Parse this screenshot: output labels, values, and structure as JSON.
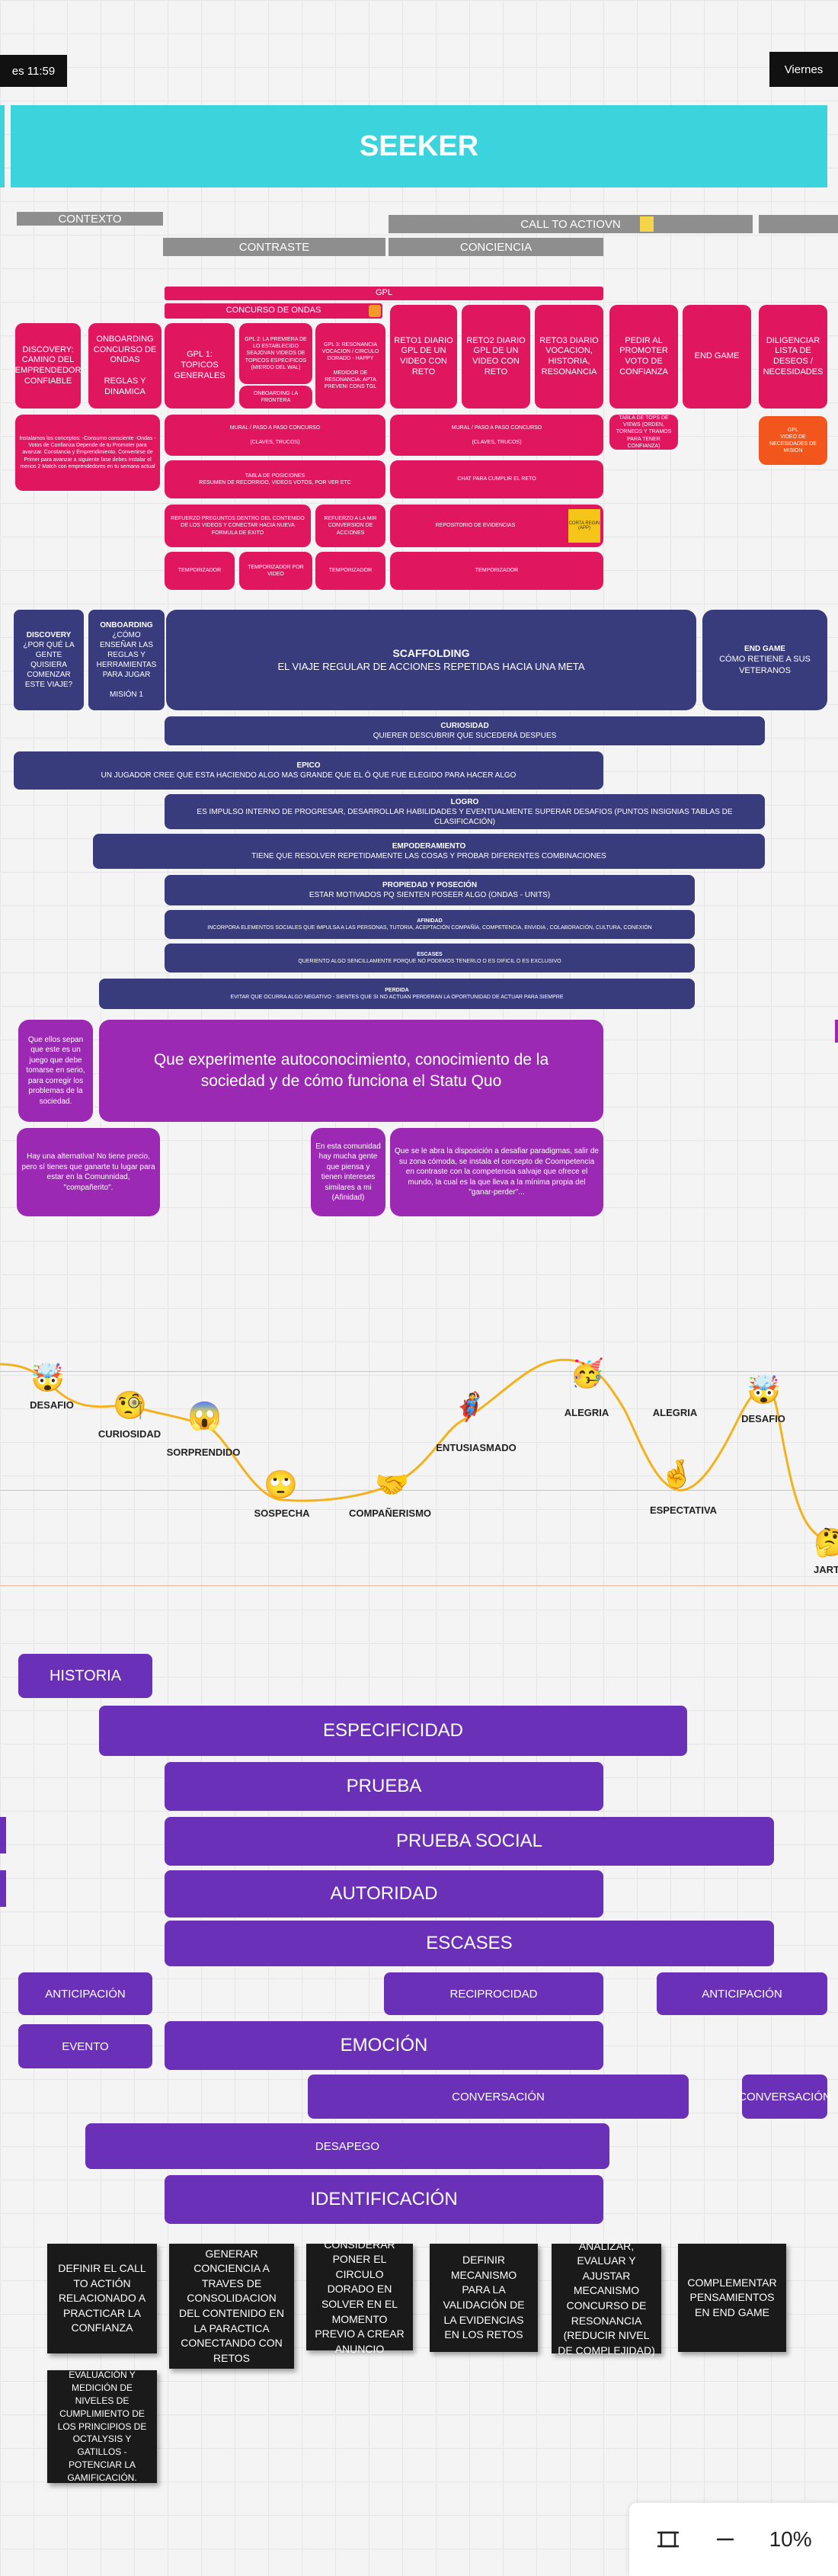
{
  "top": {
    "left_time": "es 11:59",
    "right_label": "Viernes"
  },
  "banner": {
    "title": "SEEKER"
  },
  "grey_bars": {
    "contexto": "CONTEXTO",
    "call_to_action": "CALL TO ACTIOVN",
    "contraste": "CONTRASTE",
    "conciencia": "CONCIENCIA"
  },
  "pink": {
    "gpl_bar": "GPL",
    "concurso_bar": "CONCURSO DE ONDAS",
    "discovery": "DISCOVERY: CAMINO DEL EMPRENDEDOR CONFIABLE",
    "onboarding": "ONBOARDING CONCURSO DE ONDAS\n\nREGLAS Y DINAMICA",
    "gpl1": "GPL 1: TOPICOS GENERALES",
    "gpl2": "GPL 2: LA PREMIERA DE LO ESTABLECIDO SEAJOVAN VIDEOS DE TOPICOS ESPECIFICOS (MIERDO DEL WAL)",
    "gpl3": "GPL 3: RESONANCIA VOCACION / CIRCULO DORADO - HAPPY\n\nMEDIDOR DE RESONANCIA: APTA PREVENI CONS TGL",
    "onb_extra": "ONBOARDING LA FRONTERA",
    "reto1": "RETO1 DIARIO GPL DE UN VIDEO CON RETO",
    "reto2": "RETO2 DIARIO GPL DE UN VIDEO CON RETO",
    "reto3": "RETO3 DIARIO VOCACION, HISTORIA, RESONANCIA",
    "pedir": "PEDIR AL PROMOTER VOTO DE CONFIANZA",
    "end_game": "END GAME",
    "diligenciar": "DILIGENCIAR LISTA DE DESEOS / NECESIDADES",
    "note_left": "Instalamos los conceptos: -Consumo consciente -Ondas -Votos de Confianza Depende de tu Promoter para avanzar. Constancia y Emprendimiento. Convertirse de Primer para avanzar a siguiente fase debes instalar el menos 2 Match con emprendedores en tu semana actual",
    "mural1": "MURAL / PASO A PASO CONCURSO\n\n(CLAVES, TRUCOS)",
    "mural2": "MURAL / PASO A PASO CONCURSO\n\n(CLAVES, TRUCOS)",
    "tabla_small": "TABLA DE TOPS DE VIEWS (ORDEN, TORNEOS Y TRAMOS PARA TENER CONFIANZA)",
    "orange_note": "GPL\nVIDEO DE NECESIDADES DE MISION",
    "tabla": "TABLA DE POSICIONES\nRESUMEN DE RECORRIDO, VIDEOS VOTOS, POR VER ETC",
    "chat": "CHAT PARA CUMPLIR EL RETO",
    "refuerzo": "REFUERZO PREGUNTOS DENTRO DEL CONTENIDO DE LOS VIDEOS Y CONECTAR HACIA NUEVA FORMULA DE EXITO",
    "refuerzo2": "REFUERZO A LA MIR CONVERSION DE ACCIONES",
    "repositorio": "REPOSITORIO DE EVIDENCIAS",
    "sticky": "CORTA REGIN (APP)",
    "temp1": "TEMPORIZADOR",
    "temp2": "TEMPORIZADOR POR VIDEO",
    "temp3": "TEMPORIZADOR",
    "temp4": "TEMPORIZADOR"
  },
  "navy": {
    "discovery": {
      "title": "DISCOVERY",
      "text": "¿POR QUÉ LA GENTE QUISIERA COMENZAR ESTE VIAJE?"
    },
    "onboarding": {
      "title": "ONBOARDING",
      "text": "¿CÓMO ENSEÑAR LAS REGLAS Y HERRAMIENTAS PARA JUGAR\n\nMISIÓN 1"
    },
    "scaffolding": {
      "title": "SCAFFOLDING",
      "text": "EL VIAJE REGULAR DE ACCIONES REPETIDAS HACIA UNA META"
    },
    "end_game": {
      "title": "END GAME",
      "text": "CÓMO RETIENE A SUS VETERANOS"
    },
    "curiosidad": {
      "title": "CURIOSIDAD",
      "text": "QUIERER DESCUBRIR QUE SUCEDERÁ DESPUES"
    },
    "epico": {
      "title": "EPICO",
      "text": "UN JUGADOR CREE QUE ESTA HACIENDO ALGO MAS GRANDE QUE EL Ó QUE FUE ELEGIDO PARA HACER ALGO"
    },
    "logro": {
      "title": "LOGRO",
      "text": "ES IMPULSO INTERNO DE PROGRESAR, DESARROLLAR HABILIDADES Y EVENTUALMENTE SUPERAR DESAFIOS (PUNTOS INSIGNIAS TABLAS DE CLASIFICACIÓN)"
    },
    "empoderamiento": {
      "title": "EMPODERAMIENTO",
      "text": "TIENE QUE RESOLVER REPETIDAMENTE LAS COSAS Y PROBAR DIFERENTES COMBINACIONES"
    },
    "propiedad": {
      "title": "PROPIEDAD Y POSECIÓN",
      "text": "ESTAR MOTIVADOS PQ SIENTEN POSEER ALGO (ONDAS - UNITS)"
    },
    "afinidad": {
      "title": "AFINIDAD",
      "text": "INCORPORA ELEMENTOS SOCIALES QUE IMPULSA A LAS PERSONAS, TUTORIA, ACEPTACIÓN COMPAÑÍA, COMPETENCIA, ENVIDIA , COLABORACIÓN, CULTURA, CONEXIÓN"
    },
    "escases": {
      "title": "ESCASES",
      "text": "QUERIENTO ALGO SENCILLAMENTE PORQUE NO PODEMOS TENERLO O ES DIFICIL O ES EXCLUSIVO"
    },
    "perdida": {
      "title": "PERDIDA",
      "text": "EVITAR QUE OCURRA ALGO NEGATIVO - SIENTES QUE SI NO ACTUAN PERDERAN LA OPORTUNIDAD DE ACTUAR PARA SIEMPRE"
    }
  },
  "purple": {
    "q1": "Que ellos sepan que este es un juego que debe tomarse en serio, para corregir los problemas de la sociedad.",
    "big": "Que experimente autoconocimiento, conocimiento de la sociedad y de cómo funciona el Statu Quo",
    "alt": "Hay una alternativa! No tiene precio, pero sí tienes que ganarte tu lugar para estar en la Comunnidad, \"compañerito\".",
    "comunidad": "En esta comunidad hay mucha gente que piensa y tienen intereses similares a mi (Afinidad)",
    "paradigma": "Que se le abra la disposición a desafiar paradigmas, salir de su zona cómoda, se instala el concepto de Coompetencia en contraste con la competencia salvaje que ofrece el mundo, la cual es la que lleva a la mínima propia del \"ganar-perder\"..."
  },
  "journey": [
    {
      "label": "DESAFIO",
      "emoji": "🤯"
    },
    {
      "label": "CURIOSIDAD",
      "emoji": "🧐"
    },
    {
      "label": "SORPRENDIDO",
      "emoji": "😱"
    },
    {
      "label": "SOSPECHA",
      "emoji": "🙄"
    },
    {
      "label": "COMPAÑERISMO",
      "emoji": "🤝"
    },
    {
      "label": "ENTUSIASMADO",
      "emoji": "🦸"
    },
    {
      "label": "ALEGRIA",
      "emoji": "🥳"
    },
    {
      "label": "ALEGRIA",
      "emoji": ""
    },
    {
      "label": "ESPECTATIVA",
      "emoji": "🤞"
    },
    {
      "label": "DESAFIO",
      "emoji": "🤯"
    },
    {
      "label": "JART",
      "emoji": "🤔"
    }
  ],
  "persuasion": {
    "historia": "HISTORIA",
    "especificidad": "ESPECIFICIDAD",
    "prueba": "PRUEBA",
    "prueba_social": "PRUEBA SOCIAL",
    "autoridad": "AUTORIDAD",
    "escases": "ESCASES",
    "anticipacion1": "ANTICIPACIÓN",
    "reciprocidad": "RECIPROCIDAD",
    "anticipacion2": "ANTICIPACIÓN",
    "evento": "EVENTO",
    "emocion": "EMOCIÓN",
    "conversacion1": "CONVERSACIÓN",
    "conversacion2": "CONVERSACIÓN",
    "desapego": "DESAPEGO",
    "identificacion": "IDENTIFICACIÓN"
  },
  "actions": [
    "DEFINIR EL CALL TO ACTIÓN RELACIONADO A PRACTICAR LA CONFIANZA",
    "GENERAR CONCIENCIA A TRAVES DE CONSOLIDACION DEL CONTENIDO EN LA PARACTICA CONECTANDO CON RETOS",
    "CONSIDERAR PONER EL CIRCULO DORADO EN SOLVER EN EL MOMENTO PREVIO A CREAR ANUNCIO",
    "DEFINIR MECANISMO PARA LA VALIDACIÓN DE LA EVIDENCIAS EN LOS RETOS",
    "ANALIZAR, EVALUAR Y AJUSTAR MECANISMO CONCURSO DE RESONANCIA (REDUCIR NIVEL DE COMPLEJIDAD)",
    "COMPLEMENTAR PENSAMIENTOS EN END GAME",
    "EVALUACIÓN Y MEDICIÓN DE NIVELES DE CUMPLIMIENTO DE LOS PRINCIPIOS DE OCTALYSIS Y GATILLOS - POTENCIAR LA GAMIFICACIÓN."
  ],
  "toolbar": {
    "zoom": "10%",
    "fit_icon": "fit-icon",
    "minus_icon": "minus-icon"
  },
  "colors": {
    "banner": "#3bd3dc",
    "pink": "#e0165f",
    "navy": "#383b7c",
    "purple": "#9b29b3",
    "violet": "#6a30b8",
    "orange": "#f2561d"
  }
}
